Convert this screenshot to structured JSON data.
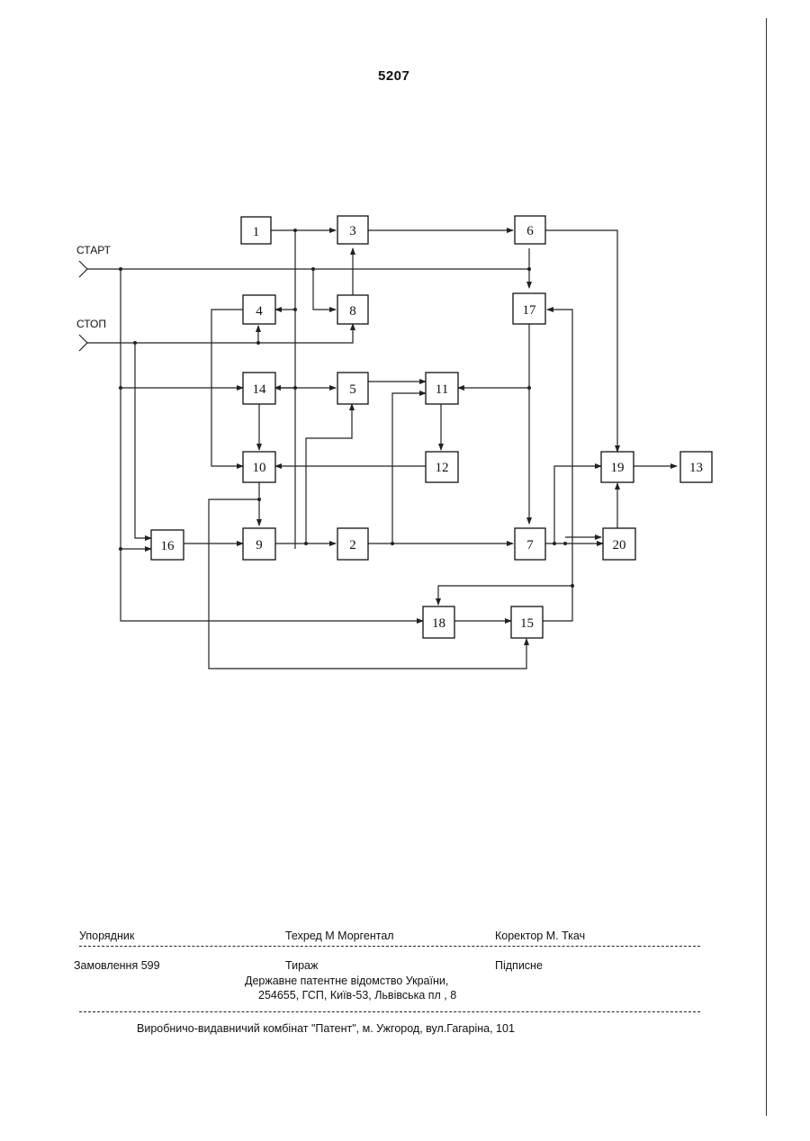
{
  "header": {
    "page_number": "5207"
  },
  "diagram": {
    "inputs": {
      "start": "СТАРТ",
      "stop": "СТОП"
    },
    "blocks": [
      {
        "id": "b1",
        "label": "1"
      },
      {
        "id": "b3",
        "label": "3"
      },
      {
        "id": "b6",
        "label": "6"
      },
      {
        "id": "b4",
        "label": "4"
      },
      {
        "id": "b8",
        "label": "8"
      },
      {
        "id": "b17",
        "label": "17"
      },
      {
        "id": "b14",
        "label": "14"
      },
      {
        "id": "b5",
        "label": "5"
      },
      {
        "id": "b11",
        "label": "11"
      },
      {
        "id": "b10",
        "label": "10"
      },
      {
        "id": "b12",
        "label": "12"
      },
      {
        "id": "b19",
        "label": "19"
      },
      {
        "id": "b13",
        "label": "13"
      },
      {
        "id": "b16",
        "label": "16"
      },
      {
        "id": "b9",
        "label": "9"
      },
      {
        "id": "b2",
        "label": "2"
      },
      {
        "id": "b7",
        "label": "7"
      },
      {
        "id": "b20",
        "label": "20"
      },
      {
        "id": "b18",
        "label": "18"
      },
      {
        "id": "b15",
        "label": "15"
      }
    ]
  },
  "imprint": {
    "compiler": "Упорядник",
    "techred": "Техред М Моргентал",
    "corrector": "Коректор   М. Ткач",
    "order": "Замовлення 599",
    "circulation": "Тираж",
    "signed": "Підписне",
    "office_line1": "Державне  патентне  відомство  України,",
    "office_line2": "254655, ГСП, Київ-53, Львівська пл , 8",
    "publisher": "Виробничо-видавничий комбінат   \"Патент\", м. Ужгород, вул.Гагаріна, 101"
  }
}
